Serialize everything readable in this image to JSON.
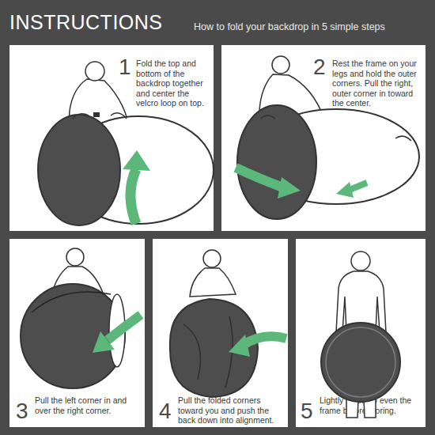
{
  "diagram": {
    "title": "INSTRUCTIONS",
    "nodes": [
      {
        "text": [
          "1",
          "Fold the top and bottom of the backdrop together and center the velcro loop on top."
        ]
      },
      {
        "text": [
          "2",
          "Rest the frame on your legs and hold the outer corners. Pull the right, outer corner in toward the center."
        ]
      },
      {
        "text": [
          "3",
          "Pull the left corner in and over the right corner."
        ]
      },
      {
        "text": [
          "4",
          "Pull the folded corners toward you and push the back down into alignment."
        ]
      },
      {
        "text": [
          "5",
          "Lightly shake to even the frame before storing."
        ]
      }
    ],
    "labels": [
      "How to fold your backdrop in 5 simple steps"
    ]
  }
}
